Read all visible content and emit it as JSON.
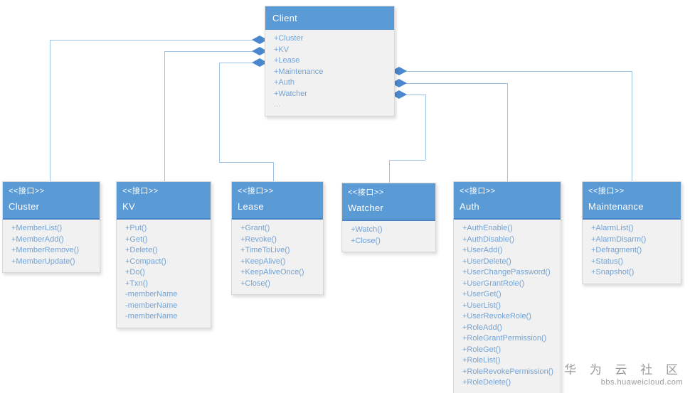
{
  "diagram": {
    "client": {
      "title": "Client",
      "members": [
        "+Cluster",
        "+KV",
        "+Lease",
        "+Maintenance",
        "+Auth",
        "+Watcher",
        "..."
      ]
    },
    "interfaces": [
      {
        "id": "cluster",
        "stereotype": "<<接口>>",
        "name": "Cluster",
        "members": [
          "+MemberList()",
          "+MemberAdd()",
          "+MemberRemove()",
          "+MemberUpdate()"
        ]
      },
      {
        "id": "kv",
        "stereotype": "<<接口>>",
        "name": "KV",
        "members": [
          "+Put()",
          "+Get()",
          "+Delete()",
          "+Compact()",
          "+Do()",
          "+Txn()",
          "-memberName",
          "-memberName",
          "-memberName"
        ]
      },
      {
        "id": "lease",
        "stereotype": "<<接口>>",
        "name": "Lease",
        "members": [
          "+Grant()",
          "+Revoke()",
          "+TimeToLive()",
          "+KeepAlive()",
          "+KeepAliveOnce()",
          "+Close()"
        ]
      },
      {
        "id": "watcher",
        "stereotype": "<<接口>>",
        "name": "Watcher",
        "members": [
          "+Watch()",
          "+Close()"
        ]
      },
      {
        "id": "auth",
        "stereotype": "<<接口>>",
        "name": "Auth",
        "members": [
          "+AuthEnable()",
          "+AuthDisable()",
          "+UserAdd()",
          "+UserDelete()",
          "+UserChangePassword()",
          "+UserGrantRole()",
          "+UserGet()",
          "+UserList()",
          "+UserRevokeRole()",
          "+RoleAdd()",
          "+RoleGrantPermission()",
          "+RoleGet()",
          "+RoleList()",
          "+RoleRevokePermission()",
          "+RoleDelete()"
        ]
      },
      {
        "id": "maintenance",
        "stereotype": "<<接口>>",
        "name": "Maintenance",
        "members": [
          "+AlarmList()",
          "+AlarmDisarm()",
          "+Defragment()",
          "+Status()",
          "+Snapshot()"
        ]
      }
    ],
    "colors": {
      "header_bg": "#5b9bd5",
      "header_border": "#4886c6",
      "body_bg": "#f1f1f1",
      "member_text": "#72a3d6",
      "connector_line": "#9dc3e6",
      "diamond_fill": "#4a87ce"
    }
  },
  "watermark": {
    "title": "华 为 云 社 区",
    "subtitle": "bbs.huaweicloud.com"
  }
}
